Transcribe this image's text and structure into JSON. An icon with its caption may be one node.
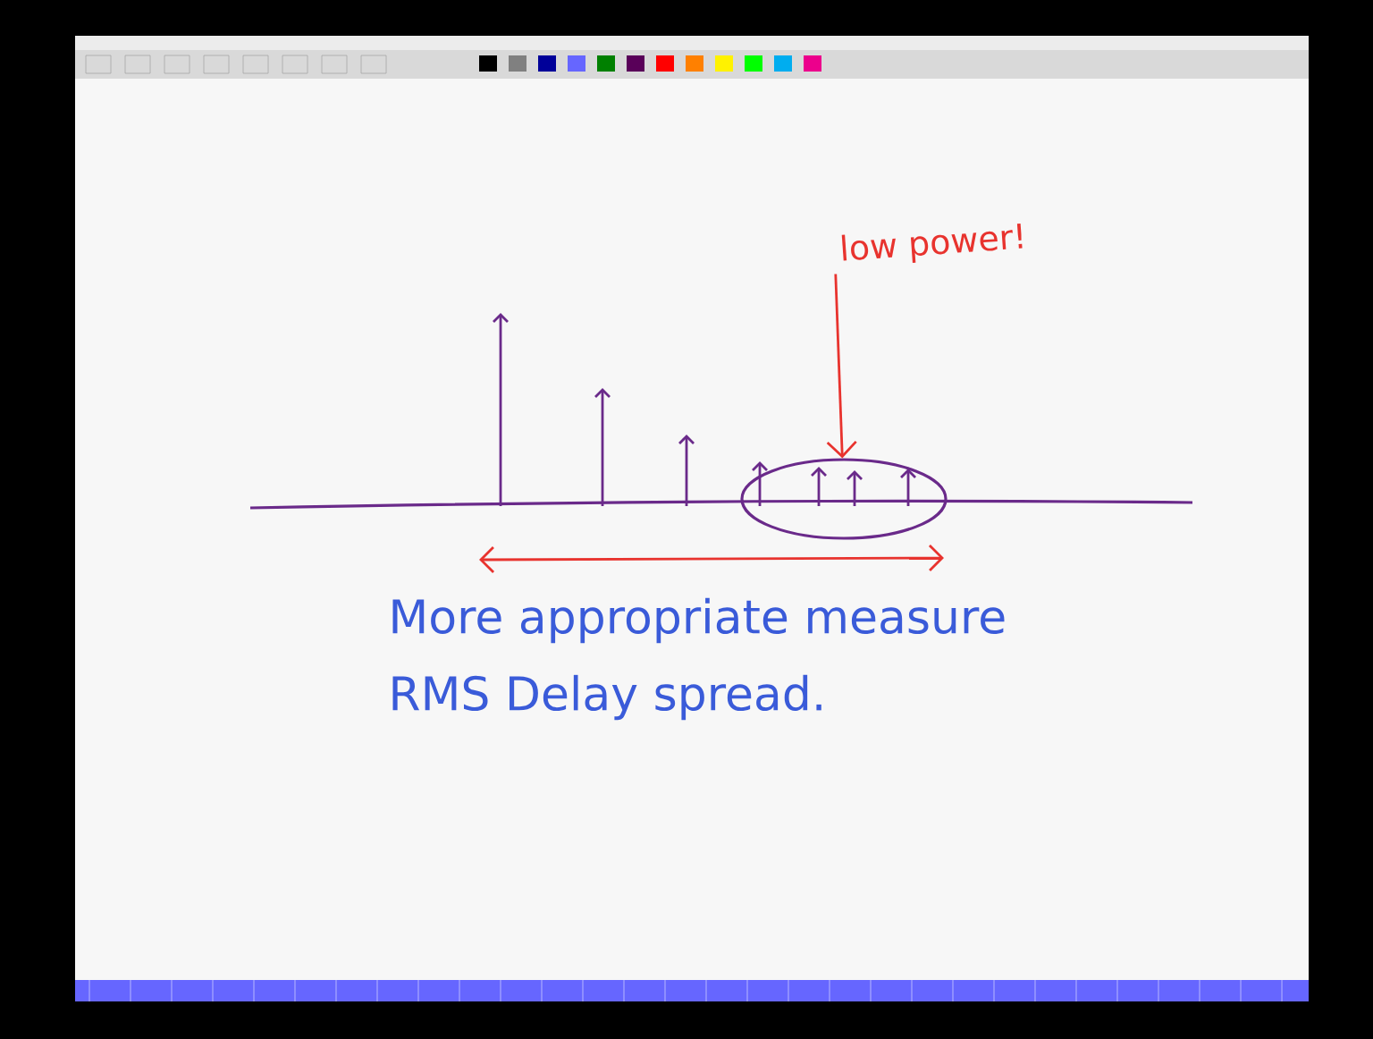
{
  "diagram": {
    "nodes": [
      {
        "text": [
          "low power!"
        ]
      },
      {
        "text": [],
        "shape": "ellipse"
      }
    ],
    "edges": [
      {
        "from": 0,
        "to": 1,
        "arrow": "to",
        "color": "#e8332e"
      }
    ],
    "labels": [
      "More appropriate measure",
      "RMS Delay spread."
    ]
  }
}
